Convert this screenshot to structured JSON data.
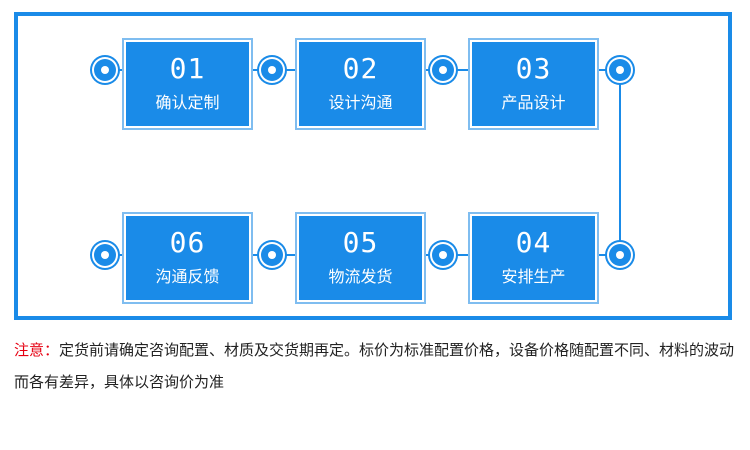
{
  "colors": {
    "primary": "#1a8be8",
    "note_label": "#e60012",
    "text": "#222222"
  },
  "steps": [
    {
      "num": "01",
      "label": "确认定制"
    },
    {
      "num": "02",
      "label": "设计沟通"
    },
    {
      "num": "03",
      "label": "产品设计"
    },
    {
      "num": "04",
      "label": "安排生产"
    },
    {
      "num": "05",
      "label": "物流发货"
    },
    {
      "num": "06",
      "label": "沟通反馈"
    }
  ],
  "note": {
    "label": "注意：",
    "text": "定货前请确定咨询配置、材质及交货期再定。标价为标准配置价格，设备价格随配置不同、材料的波动而各有差异，具体以咨询价为准"
  }
}
